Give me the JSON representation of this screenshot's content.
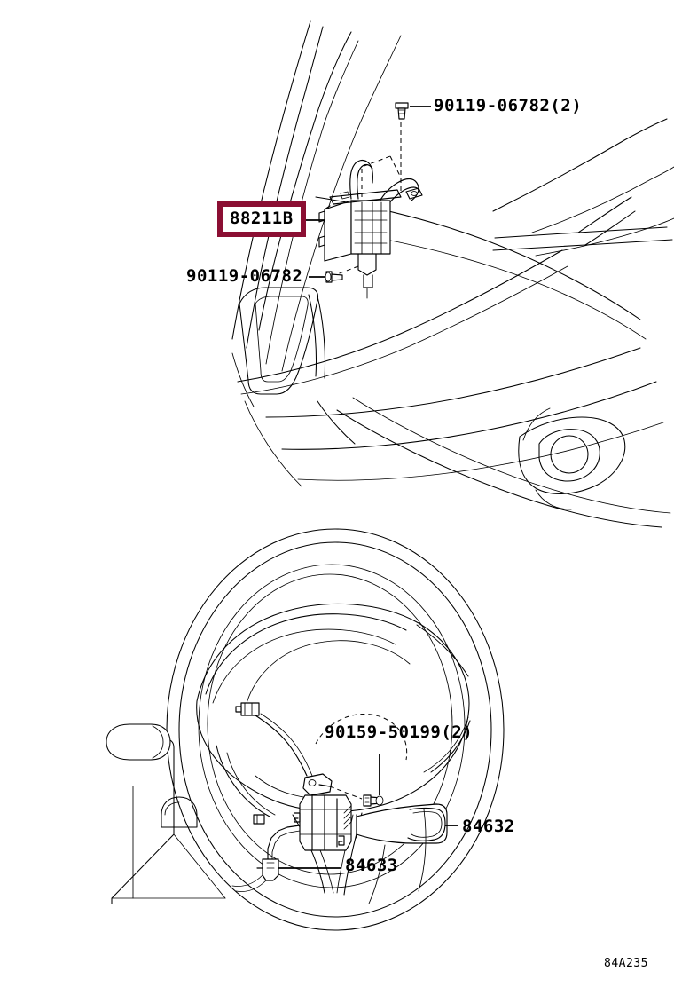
{
  "sheet": {
    "code": "84A235",
    "background_color": "#ffffff",
    "line_color": "#000000",
    "highlight_color": "#8B0F33"
  },
  "figures": [
    {
      "id": "front-bumper-radar-sensor",
      "name": "Front bumper with radar cruise control sensor"
    },
    {
      "id": "steering-wheel-column-switch",
      "name": "Steering wheel with cruise control switch"
    }
  ],
  "callouts": [
    {
      "id": "callout-90119-06782-2",
      "part_number": "90119-06782(2)",
      "highlighted": false,
      "figure": "front-bumper-radar-sensor"
    },
    {
      "id": "callout-88211b",
      "part_number": "88211B",
      "highlighted": true,
      "figure": "front-bumper-radar-sensor"
    },
    {
      "id": "callout-90119-06782",
      "part_number": "90119-06782",
      "highlighted": false,
      "figure": "front-bumper-radar-sensor"
    },
    {
      "id": "callout-90159-50199-2",
      "part_number": "90159-50199(2)",
      "highlighted": false,
      "figure": "steering-wheel-column-switch"
    },
    {
      "id": "callout-84632",
      "part_number": "84632",
      "highlighted": false,
      "figure": "steering-wheel-column-switch"
    },
    {
      "id": "callout-84633",
      "part_number": "84633",
      "highlighted": false,
      "figure": "steering-wheel-column-switch"
    }
  ]
}
